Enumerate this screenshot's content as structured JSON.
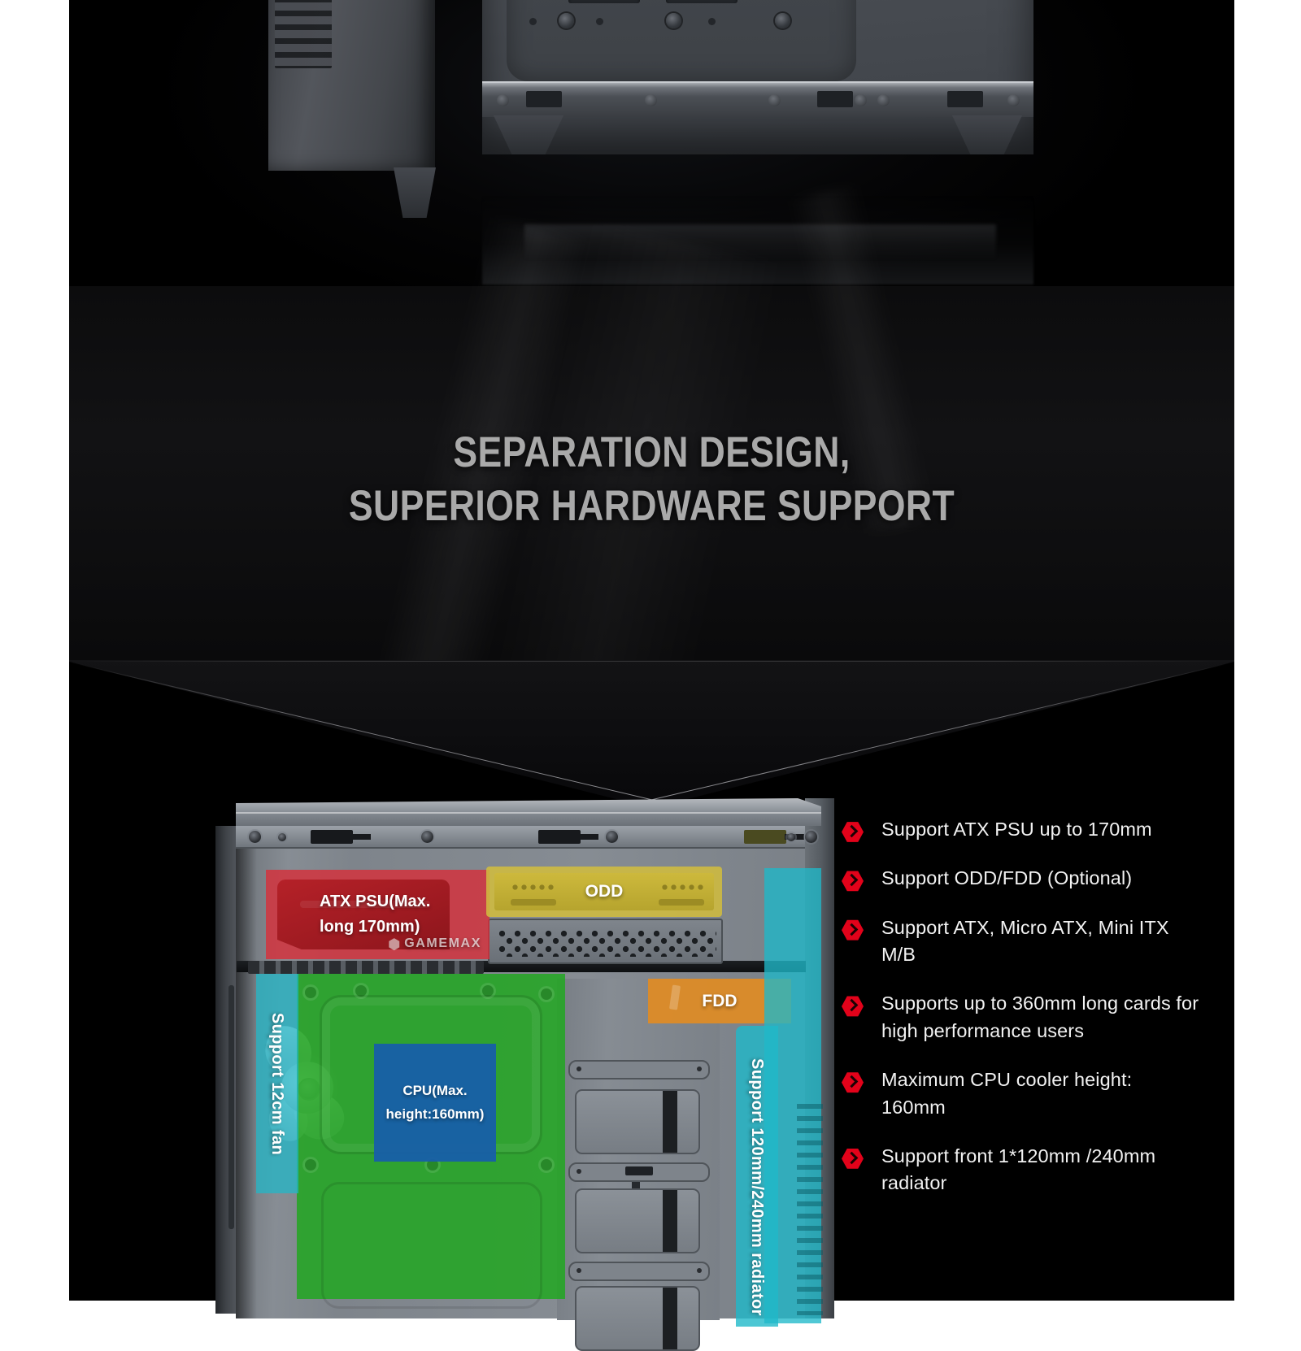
{
  "banner": {
    "title": "SEPARATION DESIGN,\nSUPERIOR HARDWARE SUPPORT"
  },
  "diagram": {
    "psu_label": "ATX PSU(Max.\nlong 170mm)",
    "brand": "GAMEMAX",
    "odd_label": "ODD",
    "fdd_label": "FDD",
    "cpu_label": "CPU(Max.\nheight:160mm)",
    "fan_label": "Support 12cm fan",
    "radiator_label": "Support 120mm/240mm radiator"
  },
  "specs": {
    "items": [
      {
        "text": "Support ATX PSU up to 170mm"
      },
      {
        "text": "Support ODD/FDD (Optional)"
      },
      {
        "text": "Support ATX, Micro ATX, Mini ITX M/B"
      },
      {
        "text": "Supports up to 360mm long cards for high performance users"
      },
      {
        "text": "Maximum CPU cooler height: 160mm"
      },
      {
        "text": "Support front 1*120mm /240mm radiator"
      }
    ]
  },
  "colors": {
    "accent_red": "#e2021a",
    "psu_red": "#d6303a",
    "odd_yellow": "#d0bc3f",
    "mb_green": "#22a622",
    "cpu_blue": "#175ea9",
    "fdd_orange": "#e28c21",
    "radiator_cyan": "#1fb9c9",
    "background": "#000000",
    "heading_gray": "#a9a9a9"
  }
}
